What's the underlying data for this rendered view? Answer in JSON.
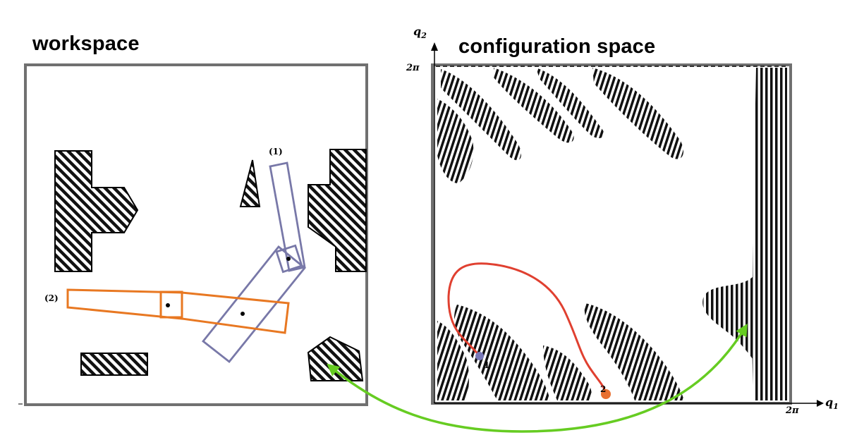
{
  "workspace": {
    "title": "workspace",
    "robot_labels": [
      "(1)",
      "(2)"
    ]
  },
  "configuration_space": {
    "title": "configuration space",
    "axes": {
      "x_label": "q",
      "x_sub": "1",
      "y_label": "q",
      "y_sub": "2",
      "x_max": "2π",
      "y_max": "2π"
    },
    "path_point_labels": [
      "1",
      "2"
    ]
  },
  "colors": {
    "frame": "#707070",
    "robot_config_1": "#7878a8",
    "robot_config_2": "#e87822",
    "path": "#e04030",
    "point_1": "#7878b8",
    "point_2": "#e87030",
    "arrow": "#66cc22"
  }
}
